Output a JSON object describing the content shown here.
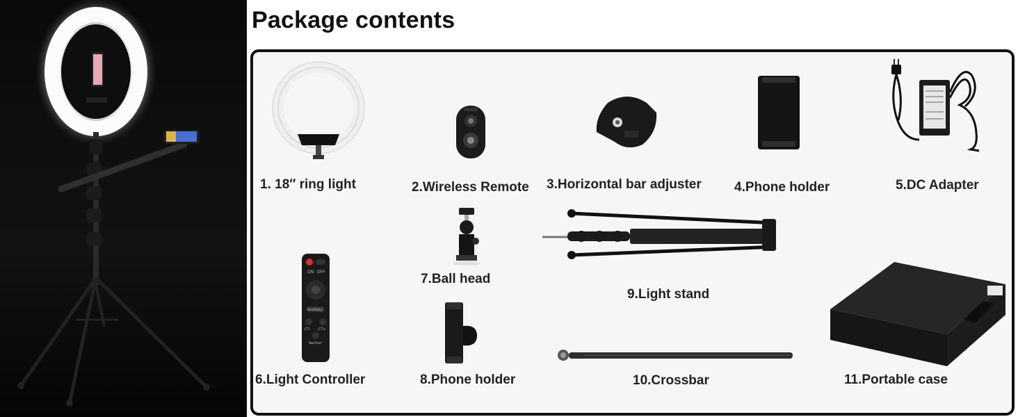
{
  "page": {
    "title": "Package contents"
  },
  "items": [
    {
      "label": "1.    18″ ring light",
      "icon": "ring-light-icon"
    },
    {
      "label": "2.Wireless Remote",
      "icon": "wireless-remote-icon"
    },
    {
      "label": "3.Horizontal bar adjuster",
      "icon": "bar-adjuster-icon"
    },
    {
      "label": "4.Phone holder",
      "icon": "phone-holder-icon"
    },
    {
      "label": "5.DC  Adapter",
      "icon": "dc-adapter-icon"
    },
    {
      "label": "6.Light Controller",
      "icon": "light-controller-icon"
    },
    {
      "label": "7.Ball head",
      "icon": "ball-head-icon"
    },
    {
      "label": "8.Phone holder",
      "icon": "phone-clip-icon"
    },
    {
      "label": "9.Light stand",
      "icon": "light-stand-icon"
    },
    {
      "label": "10.Crossbar",
      "icon": "crossbar-icon"
    },
    {
      "label": "11.Portable case",
      "icon": "portable-case-icon"
    }
  ],
  "controller_buttons": {
    "on": "ON",
    "off": "OFF",
    "auxiliary": "Auxiliary",
    "ct_minus": "CT-",
    "ct_plus": "CT+",
    "section": "Section"
  }
}
